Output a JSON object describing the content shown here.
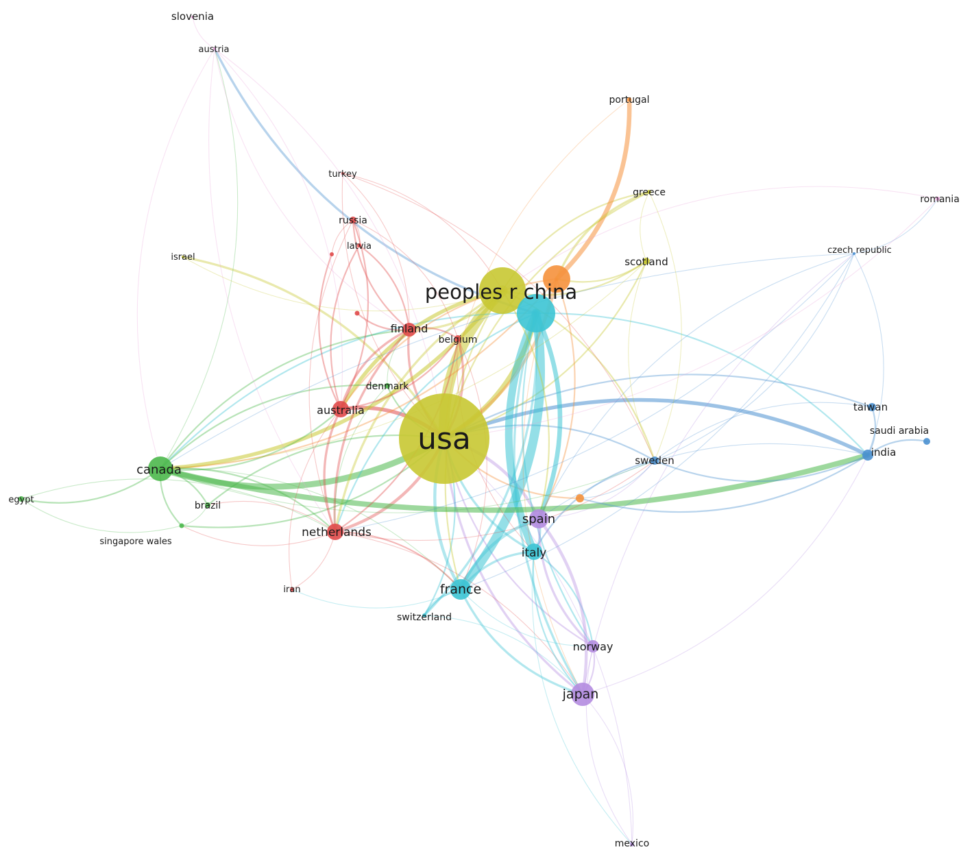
{
  "clusters": {
    "red": "#e04a4a",
    "green": "#4cb84c",
    "blue": "#4a90d0",
    "yellow": "#c8c832",
    "purple": "#b48ce0",
    "cyan": "#3cc4d4",
    "orange": "#f5913c",
    "pink": "#e8a0d8"
  },
  "nodes": [
    {
      "id": "usa",
      "label": "usa",
      "cluster": "yellow"
    },
    {
      "id": "peoples-r-china",
      "label": "peoples r china",
      "cluster": "yellow"
    },
    {
      "id": "cyan-hub",
      "label": "",
      "cluster": "cyan"
    },
    {
      "id": "orange-hub",
      "label": "",
      "cluster": "orange"
    },
    {
      "id": "canada",
      "label": "canada",
      "cluster": "green"
    },
    {
      "id": "australia",
      "label": "australia",
      "cluster": "red"
    },
    {
      "id": "netherlands",
      "label": "netherlands",
      "cluster": "red"
    },
    {
      "id": "finland",
      "label": "finland",
      "cluster": "red"
    },
    {
      "id": "belgium",
      "label": "belgium",
      "cluster": "red"
    },
    {
      "id": "russia",
      "label": "russia",
      "cluster": "red"
    },
    {
      "id": "latvia",
      "label": "latvia",
      "cluster": "red"
    },
    {
      "id": "red-small-1",
      "label": "",
      "cluster": "red"
    },
    {
      "id": "red-small-2",
      "label": "",
      "cluster": "red"
    },
    {
      "id": "iran",
      "label": "iran",
      "cluster": "red"
    },
    {
      "id": "turkey",
      "label": "turkey",
      "cluster": "red"
    },
    {
      "id": "denmark",
      "label": "denmark",
      "cluster": "green"
    },
    {
      "id": "brazil",
      "label": "brazil",
      "cluster": "green"
    },
    {
      "id": "singapore-wales",
      "label": "singapore wales",
      "cluster": "green"
    },
    {
      "id": "egypt",
      "label": "egypt",
      "cluster": "green"
    },
    {
      "id": "israel",
      "label": "israel",
      "cluster": "yellow"
    },
    {
      "id": "spain",
      "label": "spain",
      "cluster": "purple"
    },
    {
      "id": "italy",
      "label": "italy",
      "cluster": "cyan"
    },
    {
      "id": "france",
      "label": "france",
      "cluster": "cyan"
    },
    {
      "id": "switzerland",
      "label": "switzerland",
      "cluster": "cyan"
    },
    {
      "id": "norway",
      "label": "norway",
      "cluster": "purple"
    },
    {
      "id": "japan",
      "label": "japan",
      "cluster": "purple"
    },
    {
      "id": "mexico",
      "label": "mexico",
      "cluster": "purple"
    },
    {
      "id": "sweden",
      "label": "sweden",
      "cluster": "blue"
    },
    {
      "id": "taiwan",
      "label": "taiwan",
      "cluster": "blue"
    },
    {
      "id": "saudi-arabia",
      "label": "saudi arabia",
      "cluster": "blue"
    },
    {
      "id": "india",
      "label": "india",
      "cluster": "blue"
    },
    {
      "id": "czech-republic",
      "label": "czech republic",
      "cluster": "blue"
    },
    {
      "id": "romania",
      "label": "romania",
      "cluster": "pink"
    },
    {
      "id": "portugal",
      "label": "portugal",
      "cluster": "orange"
    },
    {
      "id": "greece",
      "label": "greece",
      "cluster": "yellow"
    },
    {
      "id": "scotland",
      "label": "scotland",
      "cluster": "yellow"
    },
    {
      "id": "orange-small",
      "label": "",
      "cluster": "orange"
    },
    {
      "id": "slovenia",
      "label": "slovenia",
      "cluster": "pink"
    },
    {
      "id": "austria",
      "label": "austria",
      "cluster": "pink"
    }
  ],
  "edges": [
    {
      "source": "usa",
      "target": "peoples-r-china",
      "weight": 14,
      "color": "yellow"
    },
    {
      "source": "usa",
      "target": "cyan-hub",
      "weight": 7,
      "color": "yellow"
    },
    {
      "source": "usa",
      "target": "canada",
      "weight": 8,
      "color": "green"
    },
    {
      "source": "usa",
      "target": "australia",
      "weight": 5,
      "color": "red"
    },
    {
      "source": "usa",
      "target": "netherlands",
      "weight": 4,
      "color": "red"
    },
    {
      "source": "usa",
      "target": "france",
      "weight": 4,
      "color": "cyan"
    },
    {
      "source": "usa",
      "target": "spain",
      "weight": 4,
      "color": "purple"
    },
    {
      "source": "usa",
      "target": "italy",
      "weight": 3,
      "color": "cyan"
    },
    {
      "source": "usa",
      "target": "india",
      "weight": 5,
      "color": "blue"
    },
    {
      "source": "usa",
      "target": "japan",
      "weight": 3,
      "color": "purple"
    },
    {
      "source": "usa",
      "target": "finland",
      "weight": 3,
      "color": "red"
    },
    {
      "source": "usa",
      "target": "orange-hub",
      "weight": 4,
      "color": "orange"
    },
    {
      "source": "usa",
      "target": "sweden",
      "weight": 2,
      "color": "blue"
    },
    {
      "source": "usa",
      "target": "belgium",
      "weight": 3,
      "color": "red"
    },
    {
      "source": "usa",
      "target": "denmark",
      "weight": 2,
      "color": "green"
    },
    {
      "source": "usa",
      "target": "brazil",
      "weight": 2,
      "color": "green"
    },
    {
      "source": "usa",
      "target": "switzerland",
      "weight": 2,
      "color": "cyan"
    },
    {
      "source": "usa",
      "target": "norway",
      "weight": 2,
      "color": "purple"
    },
    {
      "source": "usa",
      "target": "taiwan",
      "weight": 2,
      "color": "blue"
    },
    {
      "source": "usa",
      "target": "scotland",
      "weight": 2,
      "color": "yellow"
    },
    {
      "source": "usa",
      "target": "greece",
      "weight": 2,
      "color": "yellow"
    },
    {
      "source": "usa",
      "target": "israel",
      "weight": 3,
      "color": "yellow"
    },
    {
      "source": "usa",
      "target": "singapore-wales",
      "weight": 2,
      "color": "green"
    },
    {
      "source": "usa",
      "target": "orange-small",
      "weight": 2,
      "color": "orange"
    },
    {
      "source": "cyan-hub",
      "target": "france",
      "weight": 12,
      "color": "cyan"
    },
    {
      "source": "cyan-hub",
      "target": "italy",
      "weight": 10,
      "color": "cyan"
    },
    {
      "source": "cyan-hub",
      "target": "spain",
      "weight": 6,
      "color": "cyan"
    },
    {
      "source": "cyan-hub",
      "target": "japan",
      "weight": 3,
      "color": "cyan"
    },
    {
      "source": "cyan-hub",
      "target": "austria",
      "weight": 3,
      "color": "blue"
    },
    {
      "source": "cyan-hub",
      "target": "canada",
      "weight": 2,
      "color": "cyan"
    },
    {
      "source": "cyan-hub",
      "target": "india",
      "weight": 2,
      "color": "cyan"
    },
    {
      "source": "cyan-hub",
      "target": "netherlands",
      "weight": 2,
      "color": "cyan"
    },
    {
      "source": "cyan-hub",
      "target": "switzerland",
      "weight": 3,
      "color": "cyan"
    },
    {
      "source": "cyan-hub",
      "target": "norway",
      "weight": 2,
      "color": "cyan"
    },
    {
      "source": "peoples-r-china",
      "target": "canada",
      "weight": 5,
      "color": "yellow"
    },
    {
      "source": "peoples-r-china",
      "target": "australia",
      "weight": 5,
      "color": "yellow"
    },
    {
      "source": "peoples-r-china",
      "target": "finland",
      "weight": 3,
      "color": "yellow"
    },
    {
      "source": "peoples-r-china",
      "target": "netherlands",
      "weight": 3,
      "color": "yellow"
    },
    {
      "source": "peoples-r-china",
      "target": "greece",
      "weight": 2,
      "color": "yellow"
    },
    {
      "source": "peoples-r-china",
      "target": "scotland",
      "weight": 2,
      "color": "yellow"
    },
    {
      "source": "peoples-r-china",
      "target": "sweden",
      "weight": 2,
      "color": "yellow"
    },
    {
      "source": "peoples-r-china",
      "target": "france",
      "weight": 2,
      "color": "yellow"
    },
    {
      "source": "peoples-r-china",
      "target": "spain",
      "weight": 2,
      "color": "yellow"
    },
    {
      "source": "orange-hub",
      "target": "portugal",
      "weight": 6,
      "color": "orange"
    },
    {
      "source": "orange-hub",
      "target": "greece",
      "weight": 3,
      "color": "yellow"
    },
    {
      "source": "orange-hub",
      "target": "scotland",
      "weight": 2,
      "color": "yellow"
    },
    {
      "source": "orange-hub",
      "target": "spain",
      "weight": 2,
      "color": "orange"
    },
    {
      "source": "orange-hub",
      "target": "australia",
      "weight": 2,
      "color": "orange"
    },
    {
      "source": "orange-hub",
      "target": "canada",
      "weight": 2,
      "color": "orange"
    },
    {
      "source": "orange-hub",
      "target": "japan",
      "weight": 1,
      "color": "orange"
    },
    {
      "source": "canada",
      "target": "egypt",
      "weight": 2,
      "color": "green"
    },
    {
      "source": "canada",
      "target": "india",
      "weight": 7,
      "color": "green"
    },
    {
      "source": "canada",
      "target": "brazil",
      "weight": 2,
      "color": "green"
    },
    {
      "source": "canada",
      "target": "singapore-wales",
      "weight": 2,
      "color": "green"
    },
    {
      "source": "canada",
      "target": "denmark",
      "weight": 2,
      "color": "green"
    },
    {
      "source": "canada",
      "target": "australia",
      "weight": 2,
      "color": "green"
    },
    {
      "source": "canada",
      "target": "netherlands",
      "weight": 2,
      "color": "green"
    },
    {
      "source": "canada",
      "target": "austria",
      "weight": 1,
      "color": "green"
    },
    {
      "source": "canada",
      "target": "finland",
      "weight": 2,
      "color": "green"
    },
    {
      "source": "canada",
      "target": "sweden",
      "weight": 1,
      "color": "green"
    },
    {
      "source": "canada",
      "target": "france",
      "weight": 1,
      "color": "green"
    },
    {
      "source": "egypt",
      "target": "singapore-wales",
      "weight": 1,
      "color": "green"
    },
    {
      "source": "egypt",
      "target": "netherlands",
      "weight": 1,
      "color": "green"
    },
    {
      "source": "australia",
      "target": "netherlands",
      "weight": 3,
      "color": "red"
    },
    {
      "source": "australia",
      "target": "finland",
      "weight": 3,
      "color": "red"
    },
    {
      "source": "australia",
      "target": "russia",
      "weight": 2,
      "color": "red"
    },
    {
      "source": "australia",
      "target": "latvia",
      "weight": 2,
      "color": "red"
    },
    {
      "source": "australia",
      "target": "belgium",
      "weight": 2,
      "color": "red"
    },
    {
      "source": "australia",
      "target": "red-small-1",
      "weight": 2,
      "color": "red"
    },
    {
      "source": "australia",
      "target": "iran",
      "weight": 1,
      "color": "red"
    },
    {
      "source": "finland",
      "target": "russia",
      "weight": 2,
      "color": "red"
    },
    {
      "source": "finland",
      "target": "latvia",
      "weight": 2,
      "color": "red"
    },
    {
      "source": "finland",
      "target": "red-small-2",
      "weight": 2,
      "color": "red"
    },
    {
      "source": "finland",
      "target": "netherlands",
      "weight": 3,
      "color": "red"
    },
    {
      "source": "finland",
      "target": "belgium",
      "weight": 2,
      "color": "red"
    },
    {
      "source": "finland",
      "target": "turkey",
      "weight": 1,
      "color": "red"
    },
    {
      "source": "russia",
      "target": "latvia",
      "weight": 1,
      "color": "red"
    },
    {
      "source": "russia",
      "target": "red-small-1",
      "weight": 1,
      "color": "red"
    },
    {
      "source": "russia",
      "target": "belgium",
      "weight": 1,
      "color": "red"
    },
    {
      "source": "russia",
      "target": "netherlands",
      "weight": 1,
      "color": "red"
    },
    {
      "source": "netherlands",
      "target": "iran",
      "weight": 1,
      "color": "red"
    },
    {
      "source": "netherlands",
      "target": "belgium",
      "weight": 2,
      "color": "red"
    },
    {
      "source": "netherlands",
      "target": "france",
      "weight": 2,
      "color": "red"
    },
    {
      "source": "netherlands",
      "target": "sweden",
      "weight": 1,
      "color": "red"
    },
    {
      "source": "netherlands",
      "target": "japan",
      "weight": 1,
      "color": "red"
    },
    {
      "source": "netherlands",
      "target": "brazil",
      "weight": 1,
      "color": "red"
    },
    {
      "source": "netherlands",
      "target": "singapore-wales",
      "weight": 1,
      "color": "red"
    },
    {
      "source": "france",
      "target": "switzerland",
      "weight": 3,
      "color": "cyan"
    },
    {
      "source": "france",
      "target": "italy",
      "weight": 3,
      "color": "cyan"
    },
    {
      "source": "france",
      "target": "japan",
      "weight": 3,
      "color": "cyan"
    },
    {
      "source": "france",
      "target": "spain",
      "weight": 4,
      "color": "cyan"
    },
    {
      "source": "france",
      "target": "norway",
      "weight": 1,
      "color": "cyan"
    },
    {
      "source": "france",
      "target": "iran",
      "weight": 1,
      "color": "cyan"
    },
    {
      "source": "italy",
      "target": "spain",
      "weight": 2,
      "color": "cyan"
    },
    {
      "source": "italy",
      "target": "sweden",
      "weight": 2,
      "color": "blue"
    },
    {
      "source": "italy",
      "target": "japan",
      "weight": 2,
      "color": "cyan"
    },
    {
      "source": "italy",
      "target": "norway",
      "weight": 2,
      "color": "cyan"
    },
    {
      "source": "italy",
      "target": "mexico",
      "weight": 1,
      "color": "cyan"
    },
    {
      "source": "spain",
      "target": "japan",
      "weight": 4,
      "color": "purple"
    },
    {
      "source": "spain",
      "target": "norway",
      "weight": 3,
      "color": "purple"
    },
    {
      "source": "spain",
      "target": "india",
      "weight": 1,
      "color": "blue"
    },
    {
      "source": "spain",
      "target": "sweden",
      "weight": 1,
      "color": "purple"
    },
    {
      "source": "norway",
      "target": "japan",
      "weight": 2,
      "color": "purple"
    },
    {
      "source": "norway",
      "target": "mexico",
      "weight": 1,
      "color": "purple"
    },
    {
      "source": "japan",
      "target": "mexico",
      "weight": 1,
      "color": "purple"
    },
    {
      "source": "japan",
      "target": "india",
      "weight": 1,
      "color": "purple"
    },
    {
      "source": "japan",
      "target": "czech-republic",
      "weight": 1,
      "color": "purple"
    },
    {
      "source": "sweden",
      "target": "india",
      "weight": 2,
      "color": "blue"
    },
    {
      "source": "sweden",
      "target": "taiwan",
      "weight": 1,
      "color": "blue"
    },
    {
      "source": "sweden",
      "target": "czech-republic",
      "weight": 1,
      "color": "blue"
    },
    {
      "source": "sweden",
      "target": "orange-small",
      "weight": 1,
      "color": "blue"
    },
    {
      "source": "india",
      "target": "taiwan",
      "weight": 2,
      "color": "blue"
    },
    {
      "source": "india",
      "target": "saudi-arabia",
      "weight": 2,
      "color": "blue"
    },
    {
      "source": "india",
      "target": "czech-republic",
      "weight": 1,
      "color": "blue"
    },
    {
      "source": "india",
      "target": "orange-small",
      "weight": 2,
      "color": "blue"
    },
    {
      "source": "czech-republic",
      "target": "romania",
      "weight": 1,
      "color": "blue"
    },
    {
      "source": "czech-republic",
      "target": "netherlands",
      "weight": 1,
      "color": "blue"
    },
    {
      "source": "czech-republic",
      "target": "canada",
      "weight": 1,
      "color": "blue"
    },
    {
      "source": "czech-republic",
      "target": "france",
      "weight": 1,
      "color": "blue"
    },
    {
      "source": "czech-republic",
      "target": "spain",
      "weight": 1,
      "color": "blue"
    },
    {
      "source": "romania",
      "target": "usa",
      "weight": 1,
      "color": "pink"
    },
    {
      "source": "romania",
      "target": "peoples-r-china",
      "weight": 1,
      "color": "pink"
    },
    {
      "source": "austria",
      "target": "slovenia",
      "weight": 1,
      "color": "pink"
    },
    {
      "source": "austria",
      "target": "netherlands",
      "weight": 1,
      "color": "pink"
    },
    {
      "source": "austria",
      "target": "australia",
      "weight": 1,
      "color": "pink"
    },
    {
      "source": "austria",
      "target": "finland",
      "weight": 1,
      "color": "pink"
    },
    {
      "source": "austria",
      "target": "usa",
      "weight": 1,
      "color": "pink"
    },
    {
      "source": "austria",
      "target": "canada",
      "weight": 1,
      "color": "pink"
    },
    {
      "source": "turkey",
      "target": "peoples-r-china",
      "weight": 1,
      "color": "red"
    },
    {
      "source": "turkey",
      "target": "usa",
      "weight": 1,
      "color": "red"
    },
    {
      "source": "turkey",
      "target": "sweden",
      "weight": 1,
      "color": "red"
    },
    {
      "source": "israel",
      "target": "peoples-r-china",
      "weight": 1,
      "color": "yellow"
    },
    {
      "source": "denmark",
      "target": "finland",
      "weight": 1,
      "color": "green"
    },
    {
      "source": "denmark",
      "target": "netherlands",
      "weight": 1,
      "color": "green"
    },
    {
      "source": "brazil",
      "target": "singapore-wales",
      "weight": 1,
      "color": "green"
    },
    {
      "source": "greece",
      "target": "scotland",
      "weight": 1,
      "color": "yellow"
    },
    {
      "source": "greece",
      "target": "sweden",
      "weight": 1,
      "color": "yellow"
    },
    {
      "source": "scotland",
      "target": "sweden",
      "weight": 1,
      "color": "yellow"
    },
    {
      "source": "scotland",
      "target": "canada",
      "weight": 1,
      "color": "yellow"
    },
    {
      "source": "portugal",
      "target": "usa",
      "weight": 1,
      "color": "orange"
    },
    {
      "source": "belgium",
      "target": "france",
      "weight": 1,
      "color": "red"
    },
    {
      "source": "belgium",
      "target": "italy",
      "weight": 1,
      "color": "red"
    },
    {
      "source": "switzerland",
      "target": "japan",
      "weight": 1,
      "color": "cyan"
    },
    {
      "source": "mexico",
      "target": "usa",
      "weight": 1,
      "color": "purple"
    }
  ]
}
